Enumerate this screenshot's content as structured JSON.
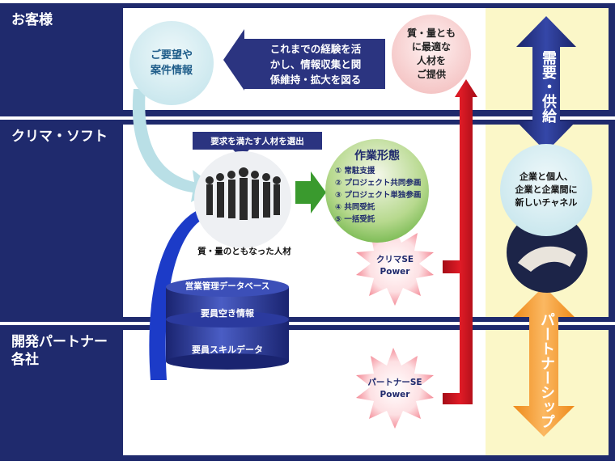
{
  "lanes": {
    "customer": "お客様",
    "company": "クリマ・ソフト",
    "partners": "開発パートナー\n各社"
  },
  "customer_circle": "ご要望や\n案件情報",
  "banner_text": "これまでの経験を活\nかし、情報収集と関\n係維持・拡大を図る",
  "provide_circle": "質・量とも\nに最適な\n人材を\nご提供",
  "select_label": "要求を満たす人材を選出",
  "people_caption": "質・量のともなった人材",
  "work_styles": {
    "title": "作業形態",
    "items": [
      "① 常駐支援",
      "② プロジェクト共同参画",
      "③ プロジェクト単独参画",
      "④ 共同受託",
      "⑤ 一括受託"
    ]
  },
  "database": {
    "title": "営業管理データベース",
    "row1": "要員空き情報",
    "row2": "要員スキルデータ"
  },
  "burst_klima": "クリマSE\nPower",
  "burst_partner": "パートナーSE\nPower",
  "supply_demand": "需要・供給",
  "new_channel": "企業と個人、\n企業と企業間に\n新しいチャネル",
  "partnership": "パートナーシップ",
  "colors": {
    "navy": "#1f2a6d",
    "red": "#c8121e",
    "orange": "#f39a2e",
    "green": "#5bb133",
    "light_blue": "#cfe9ee",
    "pink": "#f6c9c9"
  }
}
